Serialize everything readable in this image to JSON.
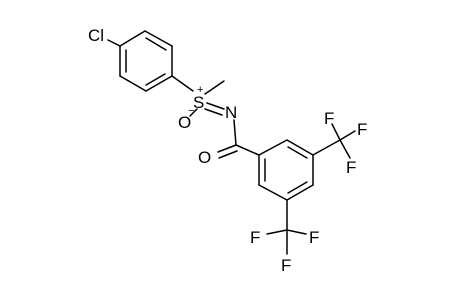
{
  "molecule": {
    "atoms": {
      "cl": "Cl",
      "s": "S",
      "s_charge": "+",
      "o_sulfoximine": "O",
      "o_sulfoximine_charge": "−",
      "n": "N",
      "o_carbonyl": "O",
      "f1a": "F",
      "f1b": "F",
      "f1c": "F",
      "f2a": "F",
      "f2b": "F",
      "f2c": "F"
    }
  },
  "colors": {
    "bond": "#000000",
    "label": "#000000",
    "background": "#ffffff"
  }
}
